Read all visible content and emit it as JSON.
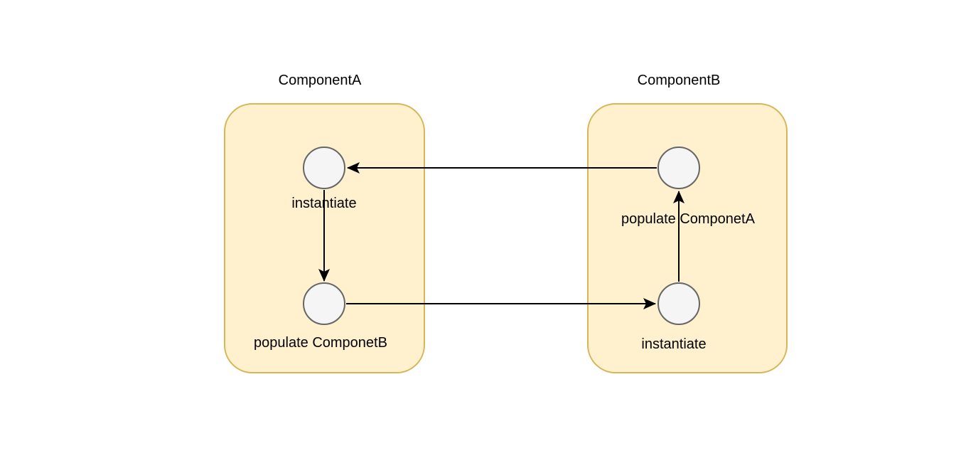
{
  "diagram": {
    "background_color": "#FFFFFF",
    "style": {
      "container_fill": "#FFF0CE",
      "container_stroke": "#D6B656",
      "node_fill": "#F5F5F5",
      "node_stroke": "#666666",
      "edge_color": "#000000",
      "text_color": "#000000"
    },
    "containers": [
      {
        "id": "componentA",
        "title": "ComponentA",
        "nodes": [
          {
            "id": "a-top",
            "label": "instantiate"
          },
          {
            "id": "a-bottom",
            "label": "populate ComponetB"
          }
        ]
      },
      {
        "id": "componentB",
        "title": "ComponentB",
        "nodes": [
          {
            "id": "b-top",
            "label": "populate ComponetA"
          },
          {
            "id": "b-bottom",
            "label": "instantiate"
          }
        ]
      }
    ],
    "edges": [
      {
        "from": "b-top",
        "to": "a-top",
        "direction": "left"
      },
      {
        "from": "a-top",
        "to": "a-bottom",
        "direction": "down"
      },
      {
        "from": "a-bottom",
        "to": "b-bottom",
        "direction": "right"
      },
      {
        "from": "b-bottom",
        "to": "b-top",
        "direction": "up"
      }
    ]
  }
}
